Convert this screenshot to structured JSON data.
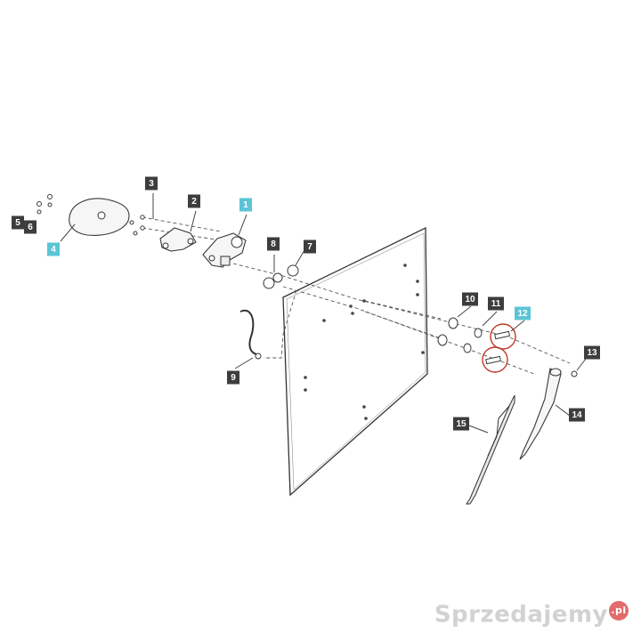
{
  "colors": {
    "callout_default": "#3d3d3d",
    "callout_highlight": "#5bc4d6",
    "highlight_circle": "#c0392b"
  },
  "callouts": [
    {
      "id": "1",
      "highlight": true
    },
    {
      "id": "2",
      "highlight": false
    },
    {
      "id": "3",
      "highlight": false
    },
    {
      "id": "4",
      "highlight": true
    },
    {
      "id": "5",
      "highlight": false
    },
    {
      "id": "6",
      "highlight": false
    },
    {
      "id": "7",
      "highlight": false
    },
    {
      "id": "8",
      "highlight": false
    },
    {
      "id": "9",
      "highlight": false
    },
    {
      "id": "10",
      "highlight": false
    },
    {
      "id": "11",
      "highlight": false
    },
    {
      "id": "12",
      "highlight": true
    },
    {
      "id": "13",
      "highlight": false
    },
    {
      "id": "14",
      "highlight": false
    },
    {
      "id": "15",
      "highlight": false
    }
  ],
  "watermark": {
    "text": "Sprzedajemy",
    "tld": ".pl"
  }
}
